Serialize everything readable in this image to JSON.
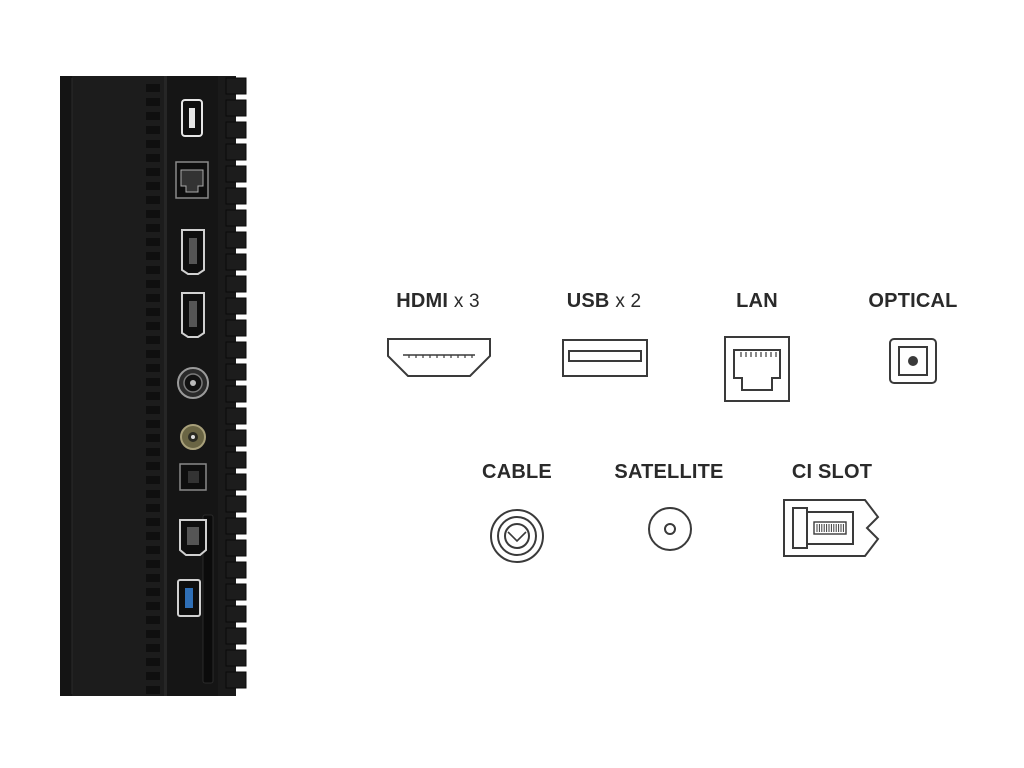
{
  "colors": {
    "background": "#ffffff",
    "panel": "#1c1c1c",
    "panel_dark": "#111111",
    "icon_stroke": "#3a3a3a",
    "label": "#2a2a2a",
    "usb3_accent": "#2f6fb6"
  },
  "panel_ports": [
    {
      "icon": "usb-port-icon"
    },
    {
      "icon": "lan-port-icon"
    },
    {
      "icon": "hdmi-port-icon"
    },
    {
      "icon": "hdmi-port-icon"
    },
    {
      "icon": "coax-port-icon"
    },
    {
      "icon": "satellite-port-icon"
    },
    {
      "icon": "optical-port-icon"
    },
    {
      "icon": "hdmi-port-icon"
    },
    {
      "icon": "usb3-port-icon"
    }
  ],
  "ports": {
    "hdmi": {
      "name": "HDMI",
      "mult": "x 3",
      "icon": "hdmi-icon"
    },
    "usb": {
      "name": "USB",
      "mult": "x 2",
      "icon": "usb-icon"
    },
    "lan": {
      "name": "LAN",
      "icon": "lan-icon"
    },
    "optical": {
      "name": "OPTICAL",
      "icon": "optical-icon"
    },
    "cable": {
      "name": "CABLE",
      "icon": "cable-icon"
    },
    "satellite": {
      "name": "SATELLITE",
      "icon": "satellite-icon"
    },
    "ci_slot": {
      "name": "CI SLOT",
      "icon": "ci-slot-icon"
    }
  }
}
